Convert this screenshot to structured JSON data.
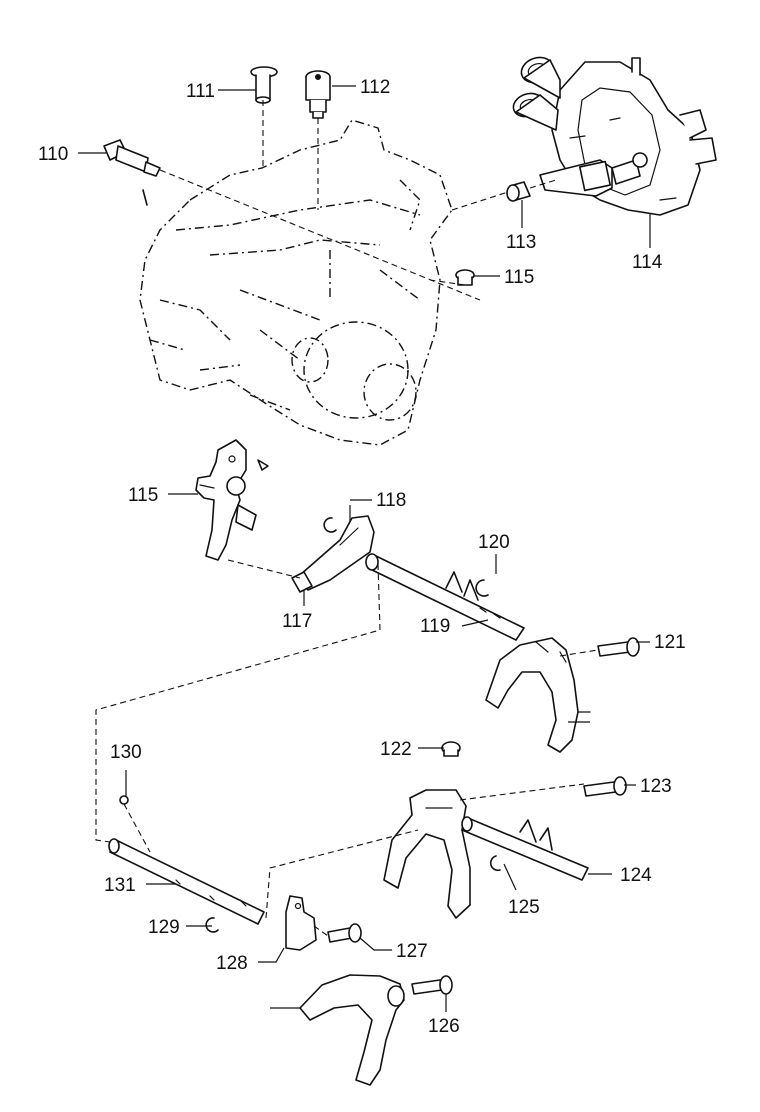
{
  "callouts": {
    "c110": "110",
    "c111": "111",
    "c112": "112",
    "c113": "113",
    "c114": "114",
    "c115a": "115",
    "c115b": "115",
    "c117": "117",
    "c118": "118",
    "c119": "119",
    "c120": "120",
    "c121": "121",
    "c122": "122",
    "c123": "123",
    "c124": "124",
    "c125": "125",
    "c126": "126",
    "c127": "127",
    "c128": "128",
    "c129": "129",
    "c130": "130",
    "c131": "131"
  }
}
